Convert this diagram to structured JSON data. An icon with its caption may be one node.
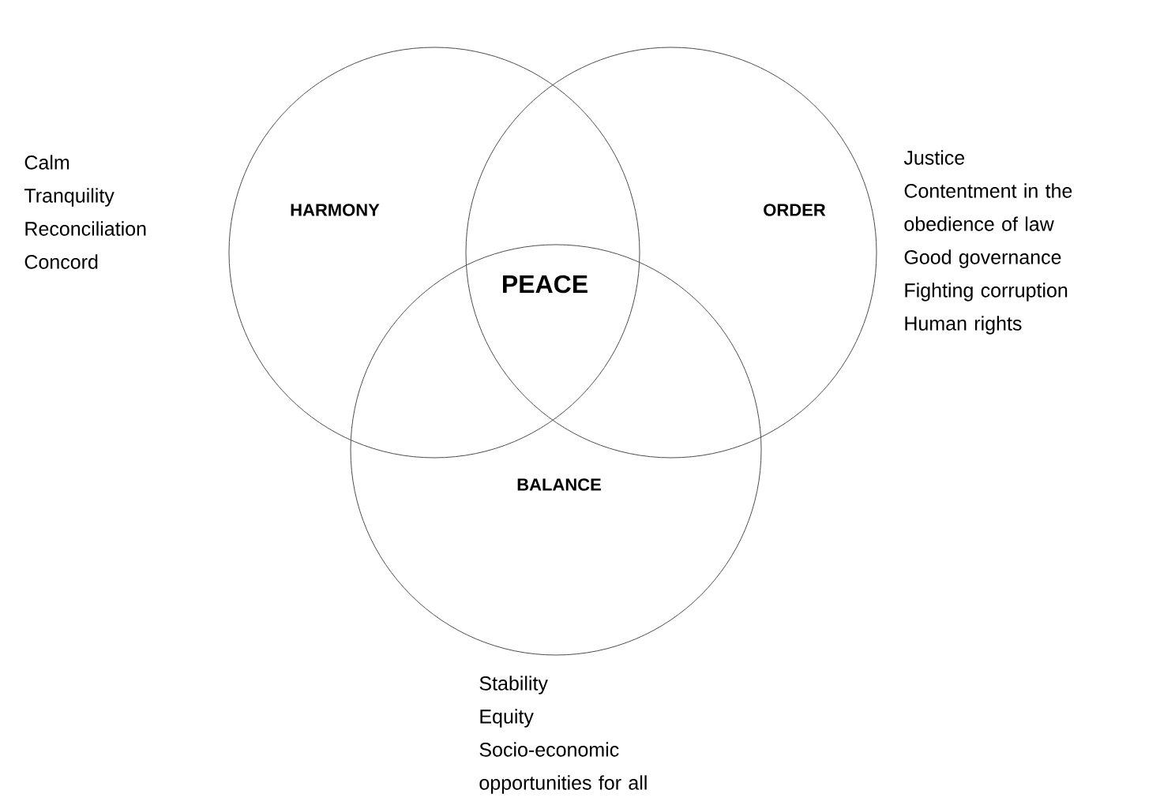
{
  "diagram": {
    "nodes": [
      {
        "text": [
          "HARMONY"
        ],
        "beside": [
          "Calm",
          "Tranquility",
          "Reconciliation",
          "Concord"
        ]
      },
      {
        "text": [
          "ORDER"
        ],
        "beside": [
          "Justice",
          "Contentment in the obedience of law",
          "Good governance",
          "Fighting corruption",
          "Human rights"
        ]
      },
      {
        "text": [
          "BALANCE"
        ],
        "beside": [
          "Stability",
          "Equity",
          "Socio-economic opportunities for all"
        ]
      }
    ],
    "labels": [
      "PEACE"
    ]
  }
}
